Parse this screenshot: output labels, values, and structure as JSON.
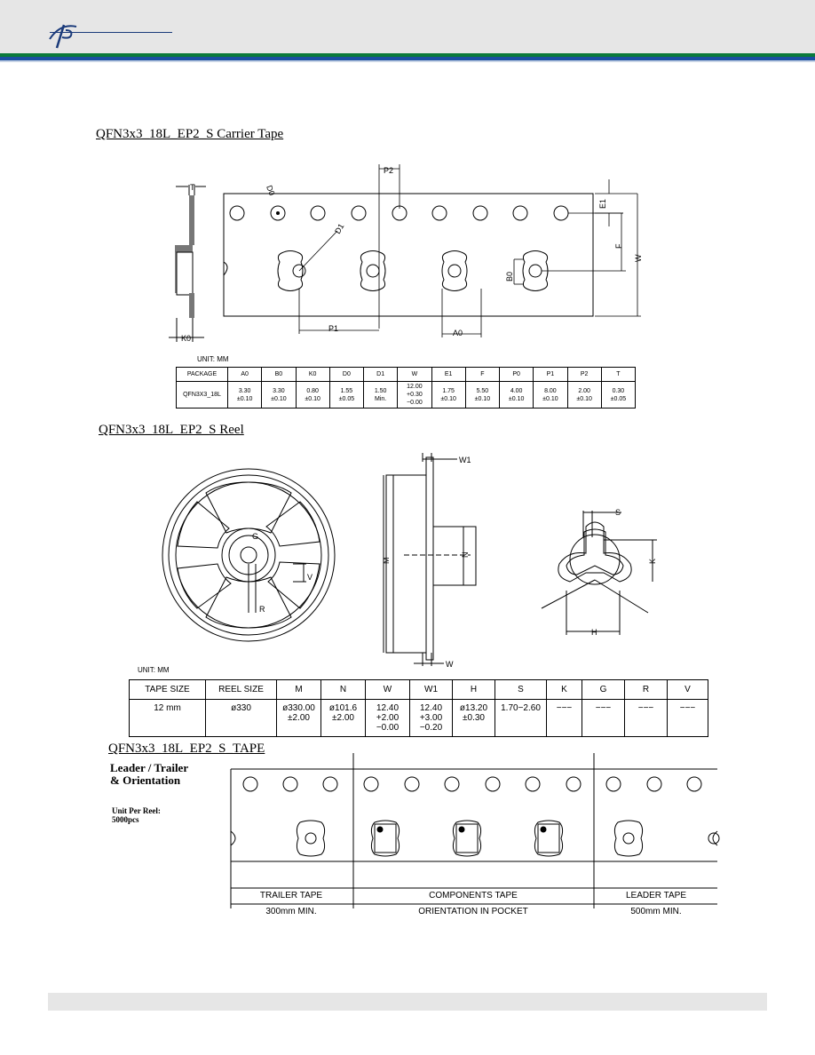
{
  "header": {
    "logo": "company-logo"
  },
  "sections": {
    "carrier_tape_title": "QFN3x3_18L_EP2_S Carrier Tape",
    "reel_title": "QFN3x3_18L_EP2_S Reel",
    "tape_title": "QFN3x3_18L_EP2_S_TAPE"
  },
  "carrier_drawing": {
    "labels": [
      "D0",
      "T",
      "P2",
      "E1",
      "F",
      "W",
      "D1",
      "B0",
      "K0",
      "P1",
      "A0"
    ]
  },
  "tape_table": {
    "unit": "UNIT:   MM",
    "headers": [
      "PACKAGE",
      "A0",
      "B0",
      "K0",
      "D0",
      "D1",
      "W",
      "E1",
      "F",
      "P0",
      "P1",
      "P2",
      "T"
    ],
    "row": [
      "QFN3X3_18L",
      "3.30\n±0.10",
      "3.30\n±0.10",
      "0.80\n±0.10",
      "1.55\n±0.05",
      "1.50\nMin.",
      "12.00\n+0.30\n−0.00",
      "1.75\n±0.10",
      "5.50\n±0.10",
      "4.00\n±0.10",
      "8.00\n±0.10",
      "2.00\n±0.10",
      "0.30\n±0.05"
    ]
  },
  "reel_drawing": {
    "labels": [
      "W1",
      "M",
      "N",
      "W",
      "S",
      "K",
      "H",
      "G",
      "V",
      "R"
    ]
  },
  "reel_table": {
    "unit": "UNIT:   MM",
    "headers": [
      "TAPE SIZE",
      "REEL SIZE",
      "M",
      "N",
      "W",
      "W1",
      "H",
      "S",
      "K",
      "G",
      "R",
      "V"
    ],
    "row": [
      "12 mm",
      "ø330",
      "ø330.00\n±2.00",
      "ø101.6\n±2.00",
      "12.40\n+2.00\n−0.00",
      "12.40\n+3.00\n−0.20",
      "ø13.20\n±0.30",
      "1.70−2.60",
      "−−−",
      "−−−",
      "−−−",
      "−−−"
    ]
  },
  "orientation": {
    "title_line1": "Leader / Trailer",
    "title_line2": "& Orientation",
    "unit_line1": "Unit Per Reel:",
    "unit_line2": "5000pcs",
    "trailer_label": "TRAILER TAPE",
    "trailer_length": "300mm MIN.",
    "components_label": "COMPONENTS TAPE",
    "components_note": "ORIENTATION IN POCKET",
    "leader_label": "LEADER TAPE",
    "leader_length": "500mm MIN."
  }
}
